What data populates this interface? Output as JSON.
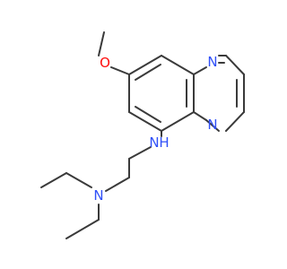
{
  "molecule": {
    "atoms": {
      "methoxy_o": {
        "label": "O",
        "color": "#ff0d0d"
      },
      "ring_n_top": {
        "label": "N",
        "color": "#3050f8"
      },
      "ring_n_bottom": {
        "label": "N",
        "color": "#3050f8"
      },
      "amine_n": {
        "label": "N",
        "color": "#3050f8"
      },
      "amine_h": {
        "label": "H",
        "color": "#3050f8"
      },
      "diethyl_n": {
        "label": "N",
        "color": "#3050f8"
      }
    },
    "bond_color": "#3a3a3a"
  }
}
